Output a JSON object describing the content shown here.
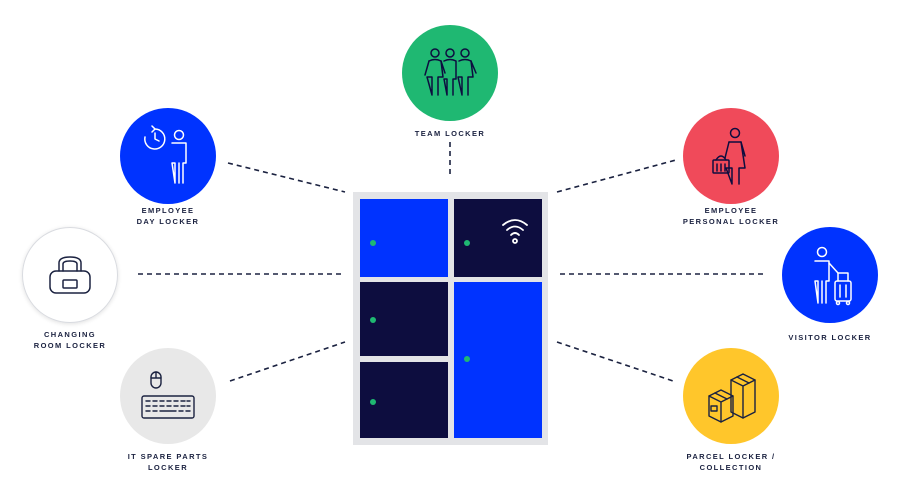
{
  "colors": {
    "navy": "#0d0d3f",
    "blue": "#0033ff",
    "green": "#1fb872",
    "red": "#f04a5a",
    "yellow": "#ffc62b",
    "grey": "#e8e8e8",
    "line": "#1b2240",
    "frame": "#e3e4e7"
  },
  "lockers": [
    {
      "id": "team",
      "label_lines": [
        "TEAM LOCKER"
      ],
      "icon": "team-people-icon",
      "color": "green"
    },
    {
      "id": "employee_day",
      "label_lines": [
        "EMPLOYEE",
        "DAY LOCKER"
      ],
      "icon": "person-clock-icon",
      "color": "blue"
    },
    {
      "id": "employee_personal",
      "label_lines": [
        "EMPLOYEE",
        "PERSONAL LOCKER"
      ],
      "icon": "person-handbag-icon",
      "color": "red"
    },
    {
      "id": "changing_room",
      "label_lines": [
        "CHANGING",
        "ROOM LOCKER"
      ],
      "icon": "gym-bag-icon",
      "color": "white"
    },
    {
      "id": "visitor",
      "label_lines": [
        "VISITOR LOCKER"
      ],
      "icon": "person-suitcase-icon",
      "color": "blue"
    },
    {
      "id": "it_spare",
      "label_lines": [
        "IT SPARE PARTS",
        "LOCKER"
      ],
      "icon": "keyboard-mouse-icon",
      "color": "grey"
    },
    {
      "id": "parcel",
      "label_lines": [
        "PARCEL LOCKER /",
        "COLLECTION"
      ],
      "icon": "parcel-boxes-icon",
      "color": "yellow"
    }
  ],
  "cabinet": {
    "doors": [
      {
        "id": "top-left",
        "color": "blue",
        "has_handle": true
      },
      {
        "id": "top-right",
        "color": "navy",
        "has_handle": true,
        "icon": "wifi-icon"
      },
      {
        "id": "mid-left",
        "color": "navy",
        "has_handle": true
      },
      {
        "id": "right-tall",
        "color": "blue",
        "has_handle": true
      },
      {
        "id": "bottom-left",
        "color": "navy",
        "has_handle": true
      }
    ]
  }
}
